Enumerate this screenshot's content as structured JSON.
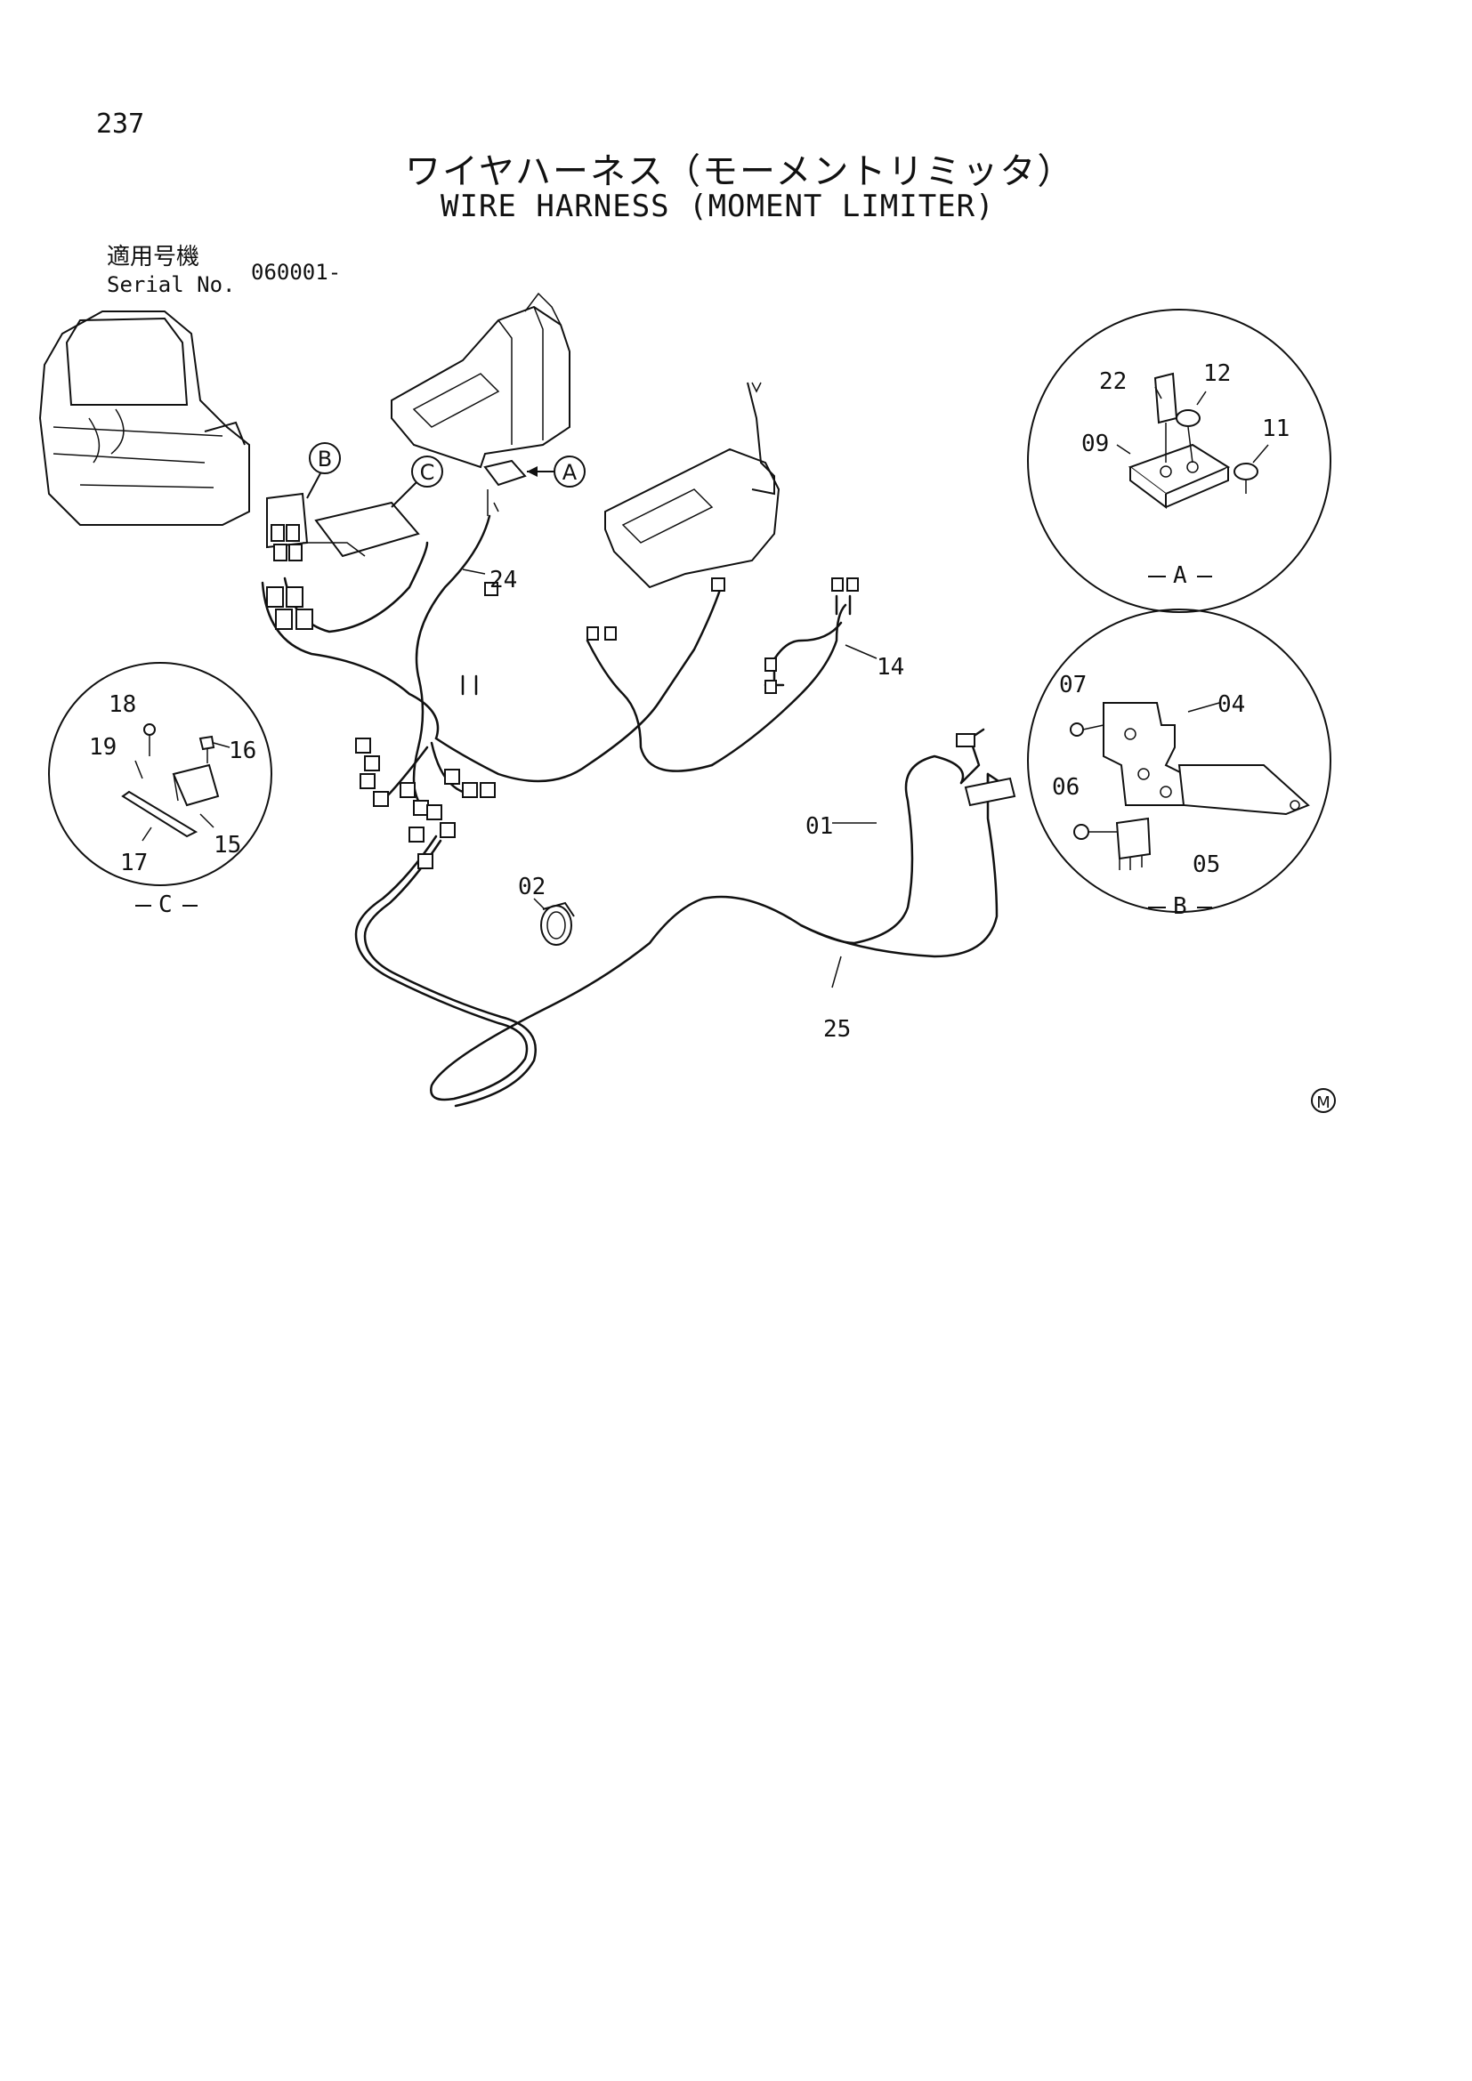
{
  "page_number": "237",
  "title_jp": "ワイヤハーネス（モーメントリミッタ）",
  "title_en": "WIRE HARNESS (MOMENT LIMITER)",
  "serial_label_jp": "適用号機",
  "serial_label_en": "Serial No.",
  "serial_value": "060001-",
  "detail_refs": {
    "a": "A",
    "b": "B",
    "c": "C"
  },
  "part_labels": {
    "p01": "01",
    "p02": "02",
    "p04": "04",
    "p05": "05",
    "p06": "06",
    "p07": "07",
    "p09": "09",
    "p11": "11",
    "p12": "12",
    "p14": "14",
    "p15": "15",
    "p16": "16",
    "p17": "17",
    "p18": "18",
    "p19": "19",
    "p22": "22",
    "p24": "24",
    "p25": "25"
  },
  "mark": "M"
}
